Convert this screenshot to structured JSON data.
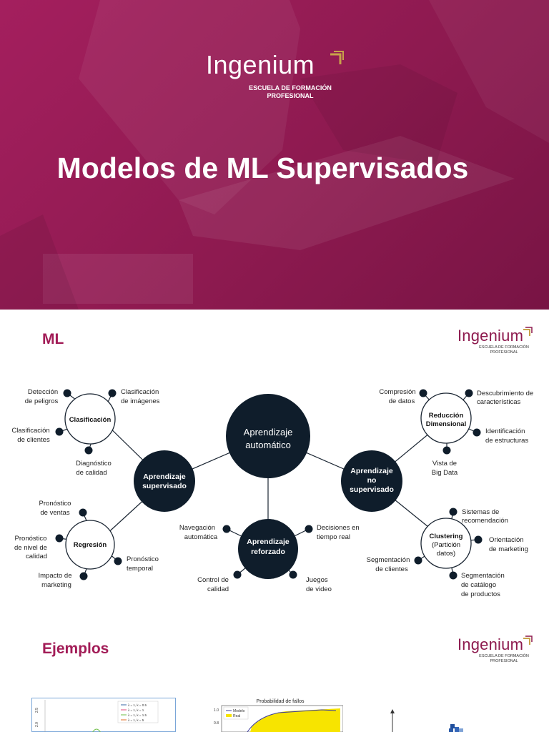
{
  "cover": {
    "brand": "Ingenium",
    "brand_sub_1": "ESCUELA DE FORMACIÓN",
    "brand_sub_2": "PROFESIONAL",
    "title": "Modelos de ML Supervisados"
  },
  "ml_slide": {
    "title": "ML",
    "brand": "Ingenium",
    "brand_sub_1": "ESCUELA DE FORMACIÓN",
    "brand_sub_2": "PROFESIONAL",
    "center": [
      "Aprendizaje",
      "automático"
    ],
    "supervised": [
      "Aprendizaje",
      "supervisado"
    ],
    "unsupervised": [
      "Aprendizaje",
      "no",
      "supervisado"
    ],
    "reinforced": [
      "Aprendizaje",
      "reforzado"
    ],
    "clasificacion": "Clasificación",
    "regresion": "Regresión",
    "reduccion": [
      "Reducción",
      "Dimensional"
    ],
    "clustering": [
      "Clustering",
      "(Partición",
      "datos)"
    ],
    "labels": {
      "deteccion": [
        "Detección",
        "de peligros"
      ],
      "clas_imagenes": [
        "Clasificación",
        "de imágenes"
      ],
      "clas_clientes": [
        "Clasificación",
        "de clientes"
      ],
      "diagnostico": [
        "Diagnóstico",
        "de calidad"
      ],
      "pron_ventas": [
        "Pronóstico",
        "de ventas"
      ],
      "pron_nivel": [
        "Pronóstico",
        "de nivel de",
        "calidad"
      ],
      "pron_temporal": [
        "Pronóstico",
        "temporal"
      ],
      "impacto": [
        "Impacto de",
        "marketing"
      ],
      "navegacion": [
        "Navegación",
        "automática"
      ],
      "decisiones": [
        "Decisiones en",
        "tiempo real"
      ],
      "control": [
        "Control de",
        "calidad"
      ],
      "juegos": [
        "Juegos",
        "de video"
      ],
      "compresion": [
        "Compresión",
        "de datos"
      ],
      "descubrimiento": [
        "Descubrimiento de",
        "características"
      ],
      "identificacion": [
        "Identificación",
        "de estructuras"
      ],
      "vista": [
        "Vista de",
        "Big Data"
      ],
      "sistemas": [
        "Sistemas de",
        "recomendación"
      ],
      "orientacion": [
        "Orientación",
        "de marketing"
      ],
      "segm_clientes": [
        "Segmentación",
        "de clientes"
      ],
      "segm_catalogo": [
        "Segmentación",
        "de  catálogo",
        "de productos"
      ]
    }
  },
  "ejemplos_slide": {
    "title": "Ejemplos",
    "brand": "Ingenium",
    "brand_sub_1": "ESCUELA DE FORMACIÓN",
    "brand_sub_2": "PROFESIONAL",
    "chart2_title": "Probabilidad de fallos",
    "chart2_legend": [
      "Modelo",
      "Real"
    ],
    "chart2_yticks": [
      "1.0",
      "0.8"
    ],
    "chart1_yticks": [
      "2.5",
      "2.0"
    ],
    "chart1_legend": [
      "λ = 1, k = 0.5",
      "λ = 1, k = 1",
      "λ = 1, k = 1.5",
      "λ = 1, k = 5"
    ]
  },
  "colors": {
    "brand": "#a21c57",
    "node": "#0f1d2b",
    "cover_bg": "#931b52",
    "accent_gold": "#c8a24a"
  }
}
